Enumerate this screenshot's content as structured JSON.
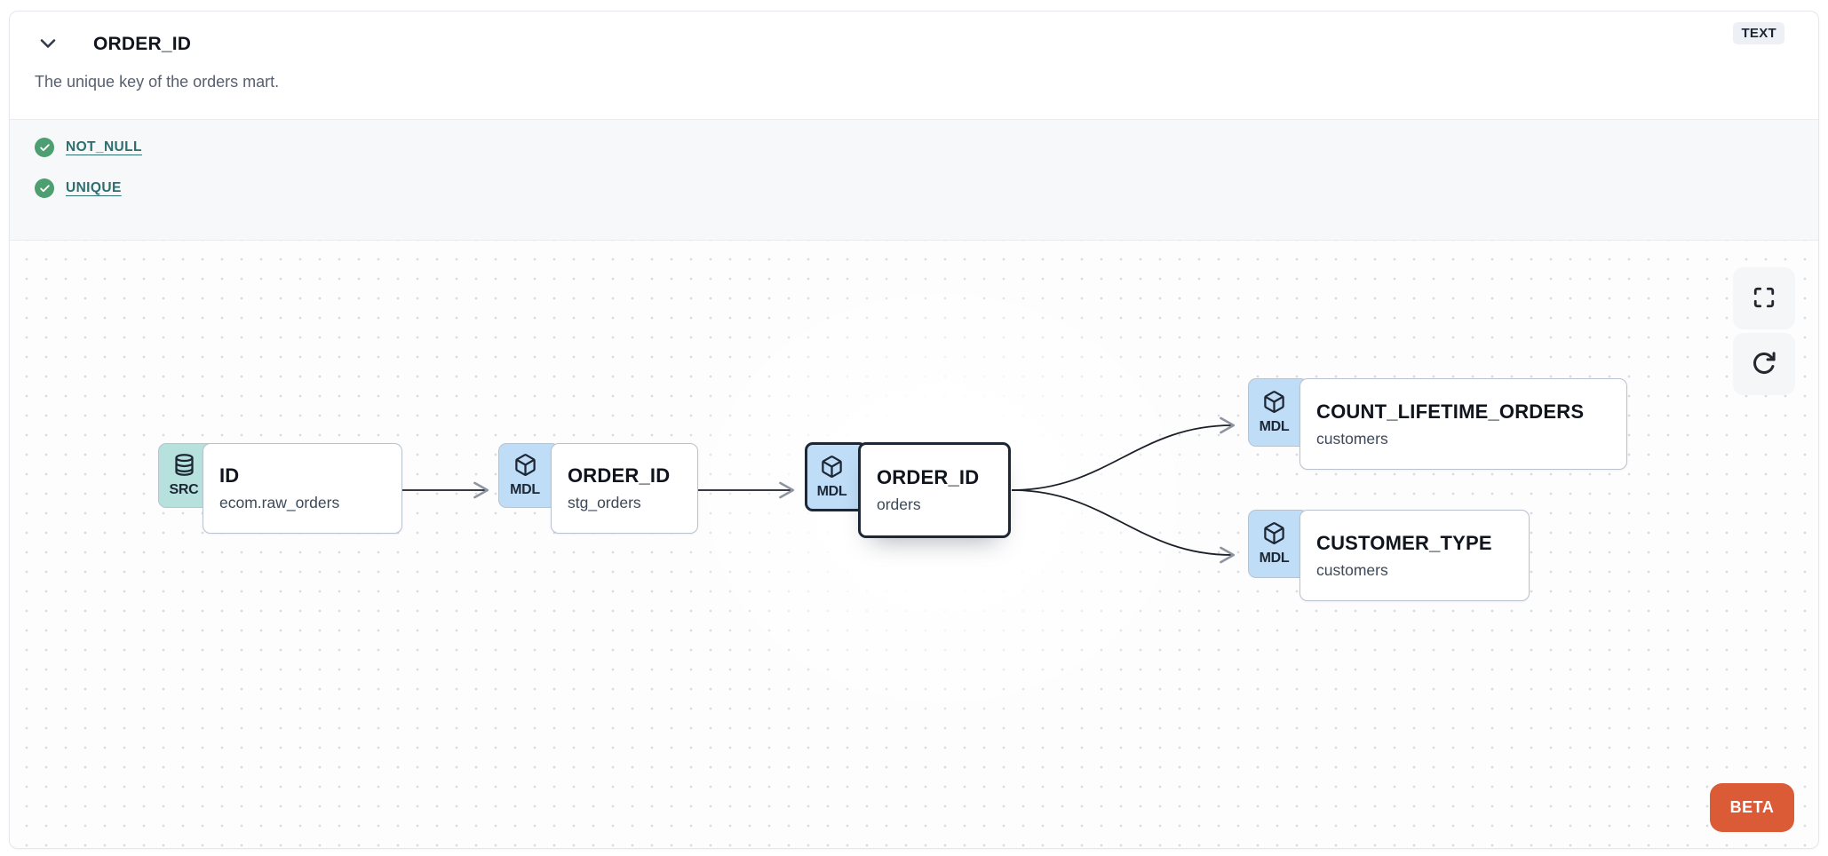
{
  "header": {
    "title": "ORDER_ID",
    "type_badge": "TEXT",
    "description": "The unique key of the orders mart."
  },
  "tests": {
    "items": [
      {
        "label": "NOT_NULL",
        "status": "pass"
      },
      {
        "label": "UNIQUE",
        "status": "pass"
      }
    ]
  },
  "lineage": {
    "nodes": [
      {
        "id": "source-id",
        "badge": "SRC",
        "icon": "database-icon",
        "title": "ID",
        "subtitle": "ecom.raw_orders",
        "selected": false
      },
      {
        "id": "stg-order-id",
        "badge": "MDL",
        "icon": "cube-icon",
        "title": "ORDER_ID",
        "subtitle": "stg_orders",
        "selected": false
      },
      {
        "id": "orders-order-id",
        "badge": "MDL",
        "icon": "cube-icon",
        "title": "ORDER_ID",
        "subtitle": "orders",
        "selected": true
      },
      {
        "id": "count-lifetime-orders",
        "badge": "MDL",
        "icon": "cube-icon",
        "title": "COUNT_LIFETIME_ORDERS",
        "subtitle": "customers",
        "selected": false
      },
      {
        "id": "customer-type",
        "badge": "MDL",
        "icon": "cube-icon",
        "title": "CUSTOMER_TYPE",
        "subtitle": "customers",
        "selected": false
      }
    ],
    "edges": [
      {
        "from": "source-id",
        "to": "stg-order-id"
      },
      {
        "from": "stg-order-id",
        "to": "orders-order-id"
      },
      {
        "from": "orders-order-id",
        "to": "count-lifetime-orders"
      },
      {
        "from": "orders-order-id",
        "to": "customer-type"
      }
    ],
    "beta_label": "BETA"
  },
  "colors": {
    "src_badge_bg": "#b7e1dc",
    "mdl_badge_bg": "#bfddf6",
    "selected_border": "#1d2735",
    "test_link": "#2e6e6e",
    "check_green": "#4d9e70",
    "beta_bg": "#da5b35",
    "type_badge_bg": "#edf0f4",
    "tests_section_bg": "#f7f8fa",
    "edge_stroke": "#1b1f27"
  }
}
